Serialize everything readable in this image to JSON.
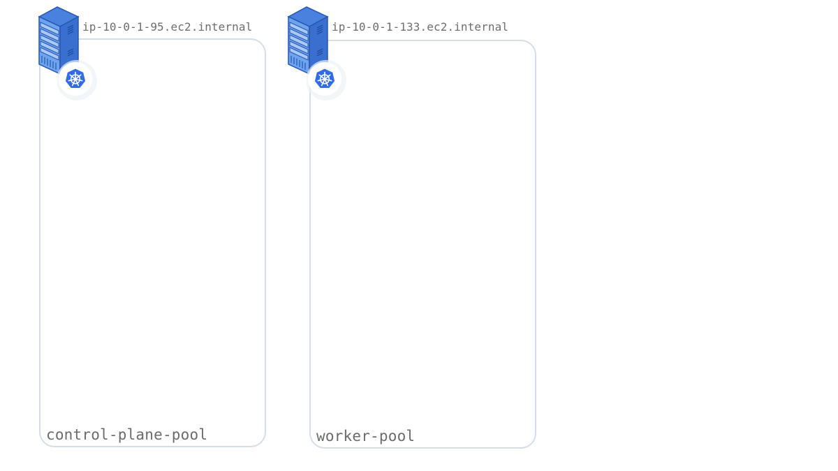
{
  "pools": [
    {
      "label": "control-plane-pool",
      "node": {
        "name": "ip-10-0-1-95.ec2.internal",
        "icon": "server-icon",
        "badge_icon": "kubernetes-icon"
      }
    },
    {
      "label": "worker-pool",
      "node": {
        "name": "ip-10-0-1-133.ec2.internal",
        "icon": "server-icon",
        "badge_icon": "kubernetes-icon"
      }
    }
  ],
  "colors": {
    "pool_border": "#d5dde8",
    "server_front": "#5b93e6",
    "server_top": "#3f74d3",
    "server_side": "#2f5fb8",
    "kubernetes_blue": "#326ce5",
    "label_text": "#6b6b6b"
  }
}
